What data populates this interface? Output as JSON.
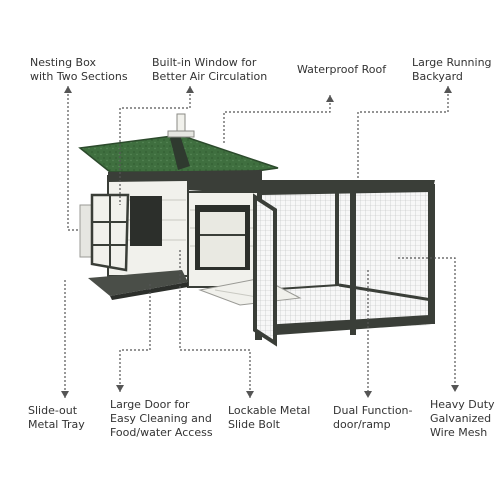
{
  "labels": {
    "nesting_box": "Nesting Box\nwith Two Sections",
    "window": "Built-in Window for\nBetter Air Circulation",
    "roof": "Waterproof Roof",
    "backyard": "Large Running\nBackyard",
    "tray": "Slide-out\nMetal Tray",
    "door": "Large Door for\nEasy Cleaning and\nFood/water Access",
    "bolt": "Lockable Metal\nSlide Bolt",
    "ramp": "Dual Function-\ndoor/ramp",
    "mesh": "Heavy Duty\nGalvanized\nWire Mesh"
  },
  "colors": {
    "roof_green": "#3f6f3f",
    "frame_dark": "#3a3e38",
    "panel_white": "#f1f1ec",
    "mesh_gray": "#9aa0a0",
    "leader_line": "#555555"
  }
}
